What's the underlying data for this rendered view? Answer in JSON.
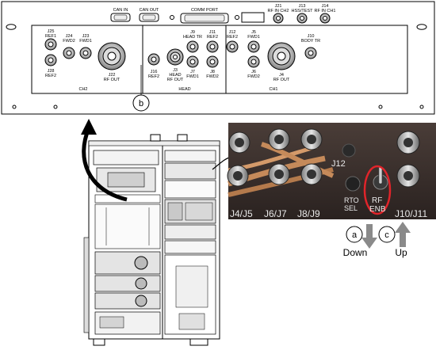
{
  "panel": {
    "top_labels": {
      "can_in": "CAN IN",
      "can_out": "CAN OUT",
      "comm_port": "COMM PORT",
      "j21": "J21",
      "j21_sub": "RF IN CH2",
      "j13": "J13",
      "j13_sub": "HSS/TEST",
      "j14": "J14",
      "j14_sub": "RF IN CH1"
    },
    "connectors": {
      "j25": "J25",
      "j25_sub": "REF1",
      "j28": "J28",
      "j28_sub": "REF2",
      "j24": "J24",
      "j24_sub": "FWD2",
      "j23": "J23",
      "j23_sub": "FWD1",
      "j22": "J22",
      "j22_sub": "RF OUT",
      "j16": "J16",
      "j16_sub": "REF2",
      "j3": "J3",
      "j3_sub1": "HEAD",
      "j3_sub2": "RF OUT",
      "j9": "J9",
      "j9_sub": "HEAD TR",
      "j7": "J7",
      "j7_sub": "FWD1",
      "j11": "J11",
      "j11_sub": "REF2",
      "j8": "J8",
      "j8_sub": "FWD2",
      "j12": "J12",
      "j12_sub": "REF2",
      "j5": "J5",
      "j5_sub": "FWD1",
      "j6": "J6",
      "j6_sub": "FWD2",
      "j4": "J4",
      "j4_sub": "RF OUT",
      "j10": "J10",
      "j10_sub": "BODY TR"
    },
    "sections": {
      "ch2": "CH2",
      "head": "HEAD",
      "ch1": "CH1"
    }
  },
  "callouts": {
    "b": "b",
    "a": "a",
    "c": "c",
    "down": "Down",
    "up": "Up"
  },
  "photo": {
    "label_left": "J4/J5",
    "label_j6j7": "J6/J7",
    "label_j8j9": "J8/J9",
    "label_j12": "J12",
    "label_rto": "RTO",
    "label_sel": "SEL",
    "label_rf": "RF",
    "label_enb": "ENB",
    "label_j10j11": "J10/J11"
  },
  "colors": {
    "photo_bg": "#3a2f2c",
    "highlight": "#e0242a",
    "arrow_gray": "#8a8a8a",
    "cable": "#c58a5a"
  }
}
